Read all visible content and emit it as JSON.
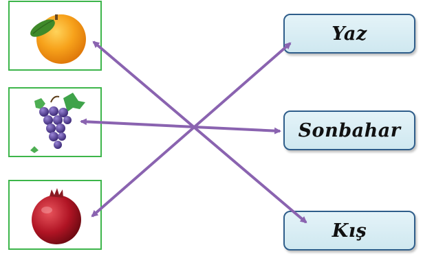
{
  "fruits": [
    {
      "id": "orange",
      "icon": "orange-fruit-icon"
    },
    {
      "id": "grapes",
      "icon": "grapes-fruit-icon"
    },
    {
      "id": "pomegranate",
      "icon": "pomegranate-fruit-icon"
    }
  ],
  "seasons": {
    "yaz": "Yaz",
    "sonbahar": "Sonbahar",
    "kis": "Kış"
  },
  "matches": [
    {
      "fruit": "orange",
      "season": "Kış"
    },
    {
      "fruit": "grapes",
      "season": "Sonbahar"
    },
    {
      "fruit": "pomegranate",
      "season": "Yaz"
    }
  ],
  "colors": {
    "fruit_box_border": "#3cb54a",
    "season_box_border": "#2e5d8a",
    "season_box_fill": "#d6ecf3",
    "arrow": "#8a63b0"
  }
}
